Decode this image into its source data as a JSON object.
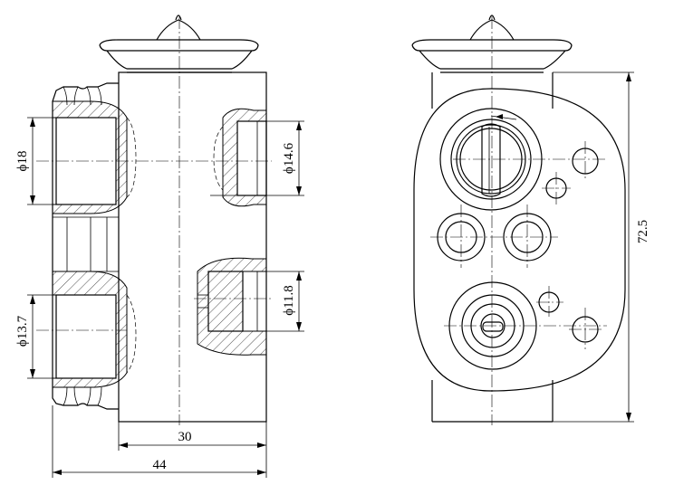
{
  "dimensions": {
    "d18": "ϕ18",
    "d13_7": "ϕ13.7",
    "d14_6": "ϕ14.6",
    "d11_8": "ϕ11.8",
    "w30": "30",
    "w44": "44",
    "h72_5": "72.5"
  }
}
